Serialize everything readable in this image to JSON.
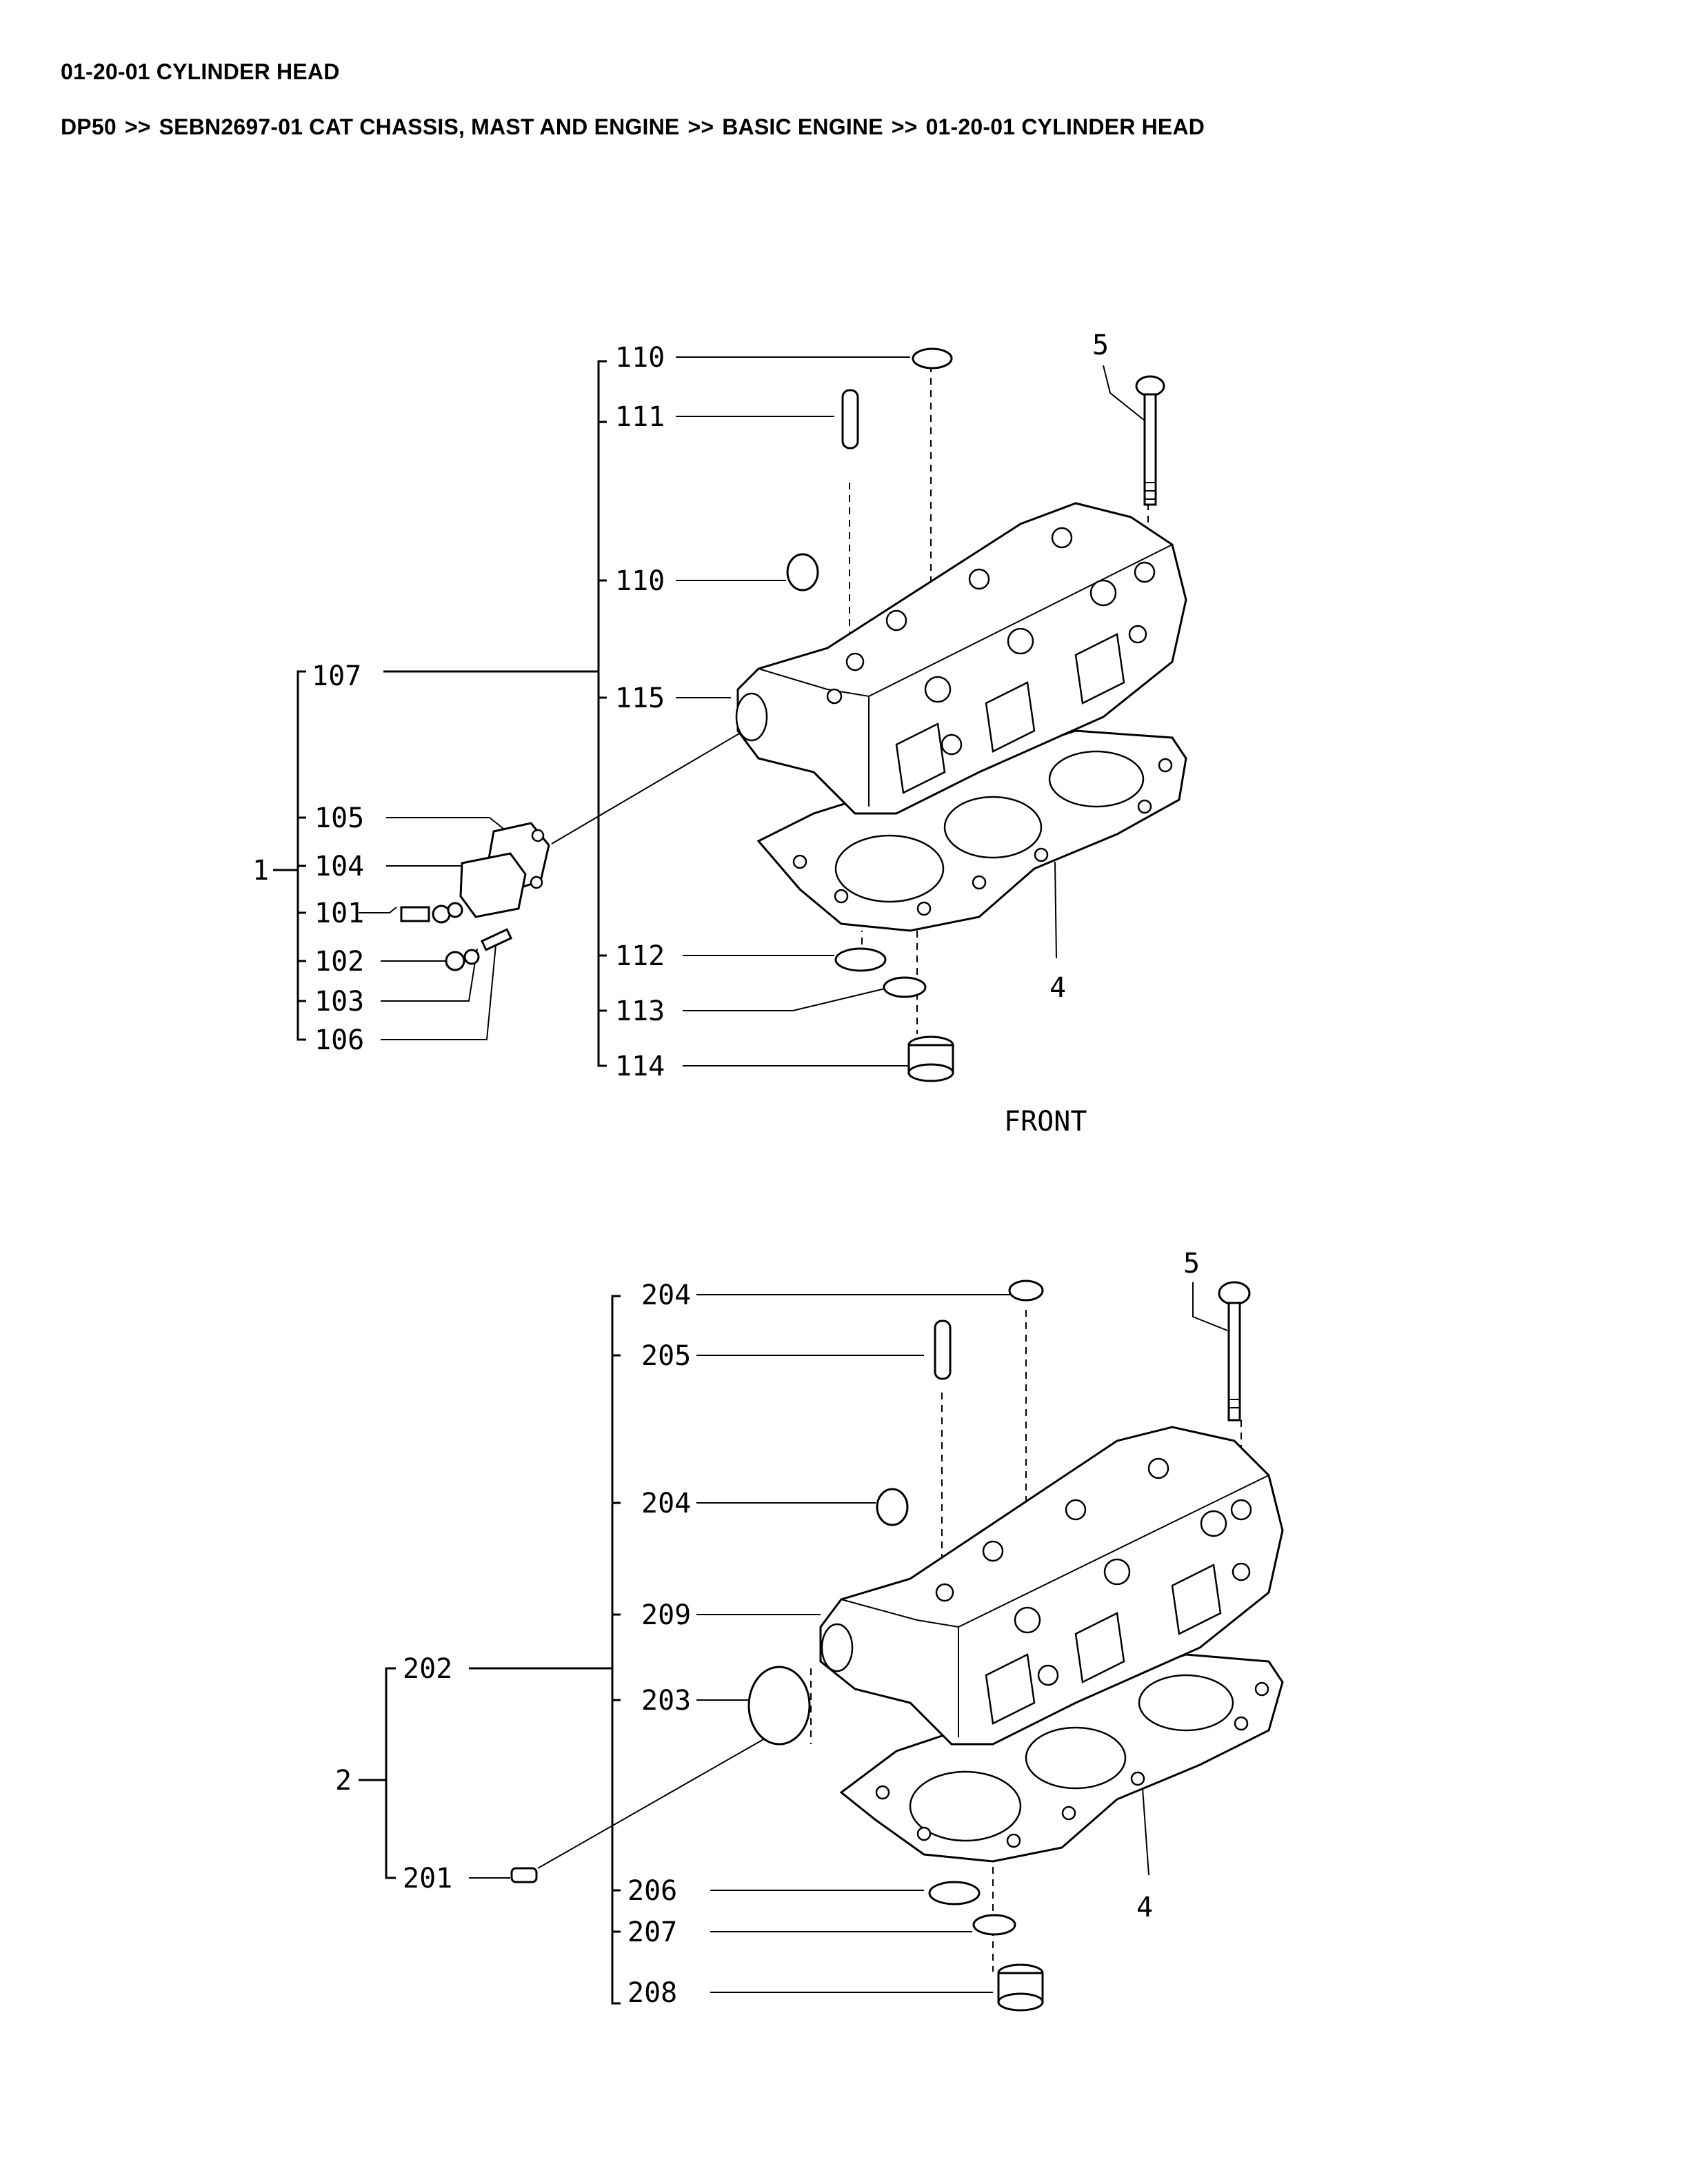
{
  "page_title": "01-20-01 CYLINDER HEAD",
  "breadcrumb": [
    "DP50",
    "SEBN2697-01 CAT CHASSIS, MAST AND ENGINE",
    "BASIC ENGINE",
    "01-20-01 CYLINDER HEAD"
  ],
  "breadcrumb_separator": ">>",
  "diagram_top": {
    "labels": {
      "l110a": "110",
      "l111": "111",
      "l110b": "110",
      "l115": "115",
      "l107": "107",
      "l105": "105",
      "l104": "104",
      "l1": "1",
      "l101": "101",
      "l102": "102",
      "l103": "103",
      "l106": "106",
      "l112": "112",
      "l113": "113",
      "l114": "114",
      "l5": "5",
      "l4": "4",
      "front": "FRONT"
    }
  },
  "diagram_bottom": {
    "labels": {
      "l204a": "204",
      "l205": "205",
      "l204b": "204",
      "l209": "209",
      "l202": "202",
      "l203": "203",
      "l2": "2",
      "l201": "201",
      "l206": "206",
      "l207": "207",
      "l208": "208",
      "l5": "5",
      "l4": "4"
    }
  }
}
